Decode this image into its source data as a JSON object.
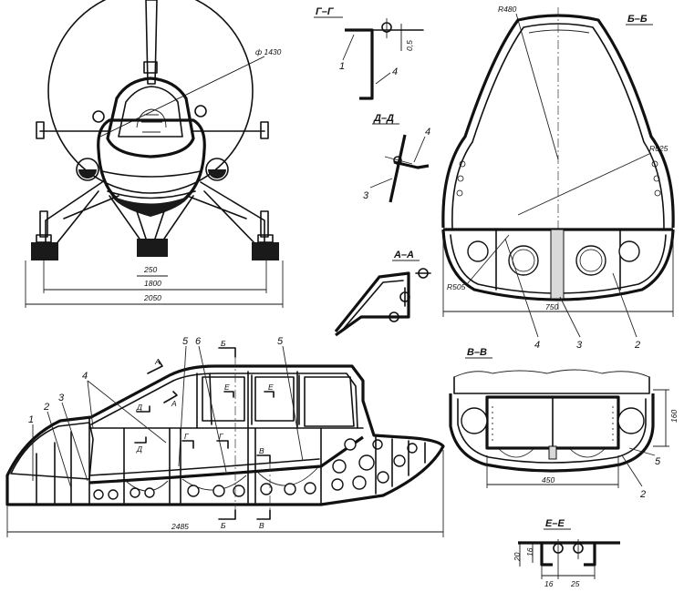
{
  "front_view": {
    "rotor_diameter": "ф 1430",
    "dim_skid_width": "250",
    "dim_track": "1800",
    "dim_total_width": "2050"
  },
  "section_gg": {
    "title": "Г–Г",
    "callout_1": "1",
    "callout_4": "4",
    "dim_gap": "0,5"
  },
  "section_dd": {
    "title": "Д–Д",
    "callout_3": "3",
    "callout_4": "4"
  },
  "section_aa": {
    "title": "А–А"
  },
  "section_bb": {
    "title": "Б–Б",
    "radius_top": "R480",
    "radius_side": "R625",
    "radius_bottom": "R505",
    "dim_width": "750",
    "callout_4": "4",
    "callout_3": "3",
    "callout_2": "2"
  },
  "side_view": {
    "dim_length": "2485",
    "callout_1": "1",
    "callout_2": "2",
    "callout_3": "3",
    "callout_4": "4",
    "callout_5a": "5",
    "callout_6": "6",
    "callout_5b": "5",
    "cut_a_1": "А",
    "cut_a_2": "А",
    "cut_d_1": "Д",
    "cut_d_2": "Д",
    "cut_b_top": "Б",
    "cut_b_bottom": "Б",
    "cut_e_1": "Е",
    "cut_e_2": "Е",
    "cut_g_1": "Г",
    "cut_g_2": "Г",
    "cut_v_top": "В",
    "cut_v_bottom": "В"
  },
  "section_vv": {
    "title": "В–В",
    "dim_height": "160",
    "dim_width": "450",
    "callout_5": "5",
    "callout_2": "2"
  },
  "section_ee": {
    "title": "Е–Е",
    "dim_h1": "20",
    "dim_h2": "16",
    "dim_w1": "16",
    "dim_w2": "25"
  }
}
